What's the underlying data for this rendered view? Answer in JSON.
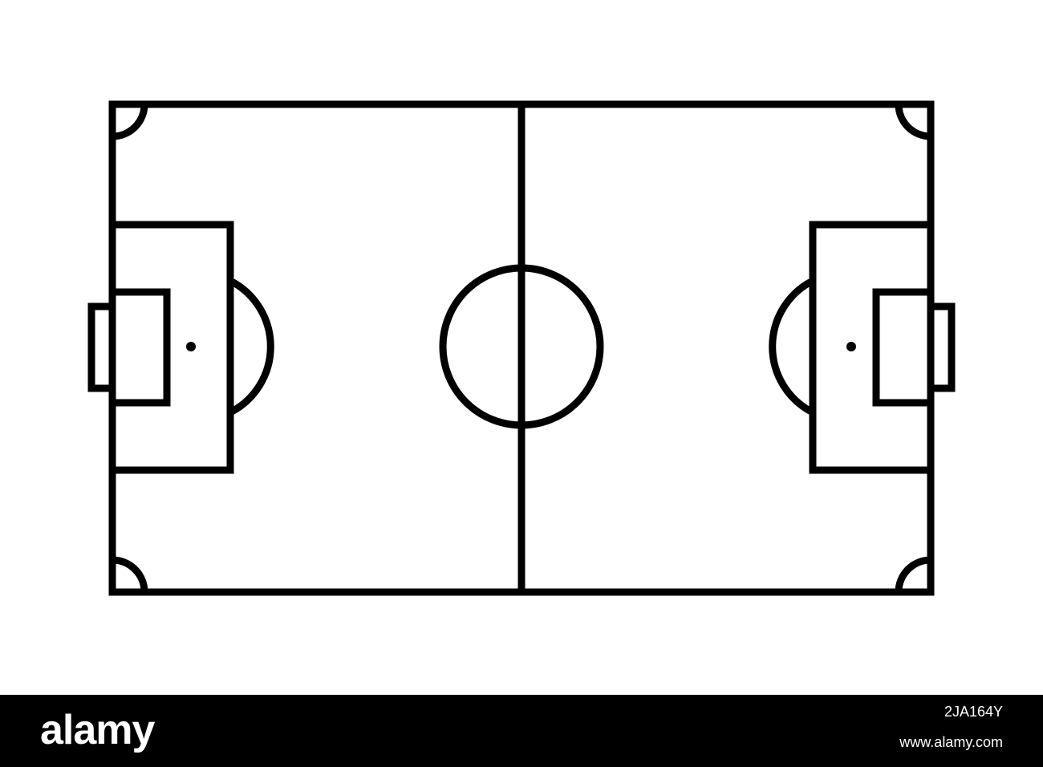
{
  "colors": {
    "background": "#ffffff",
    "line": "#000000",
    "footer_background": "#000000",
    "footer_text": "#ffffff"
  },
  "pitch": {
    "description_icon": "soccer-field-diagram"
  },
  "footer": {
    "logo_text": "alamy",
    "image_code": "2JA164Y",
    "site": "www.alamy.com"
  }
}
